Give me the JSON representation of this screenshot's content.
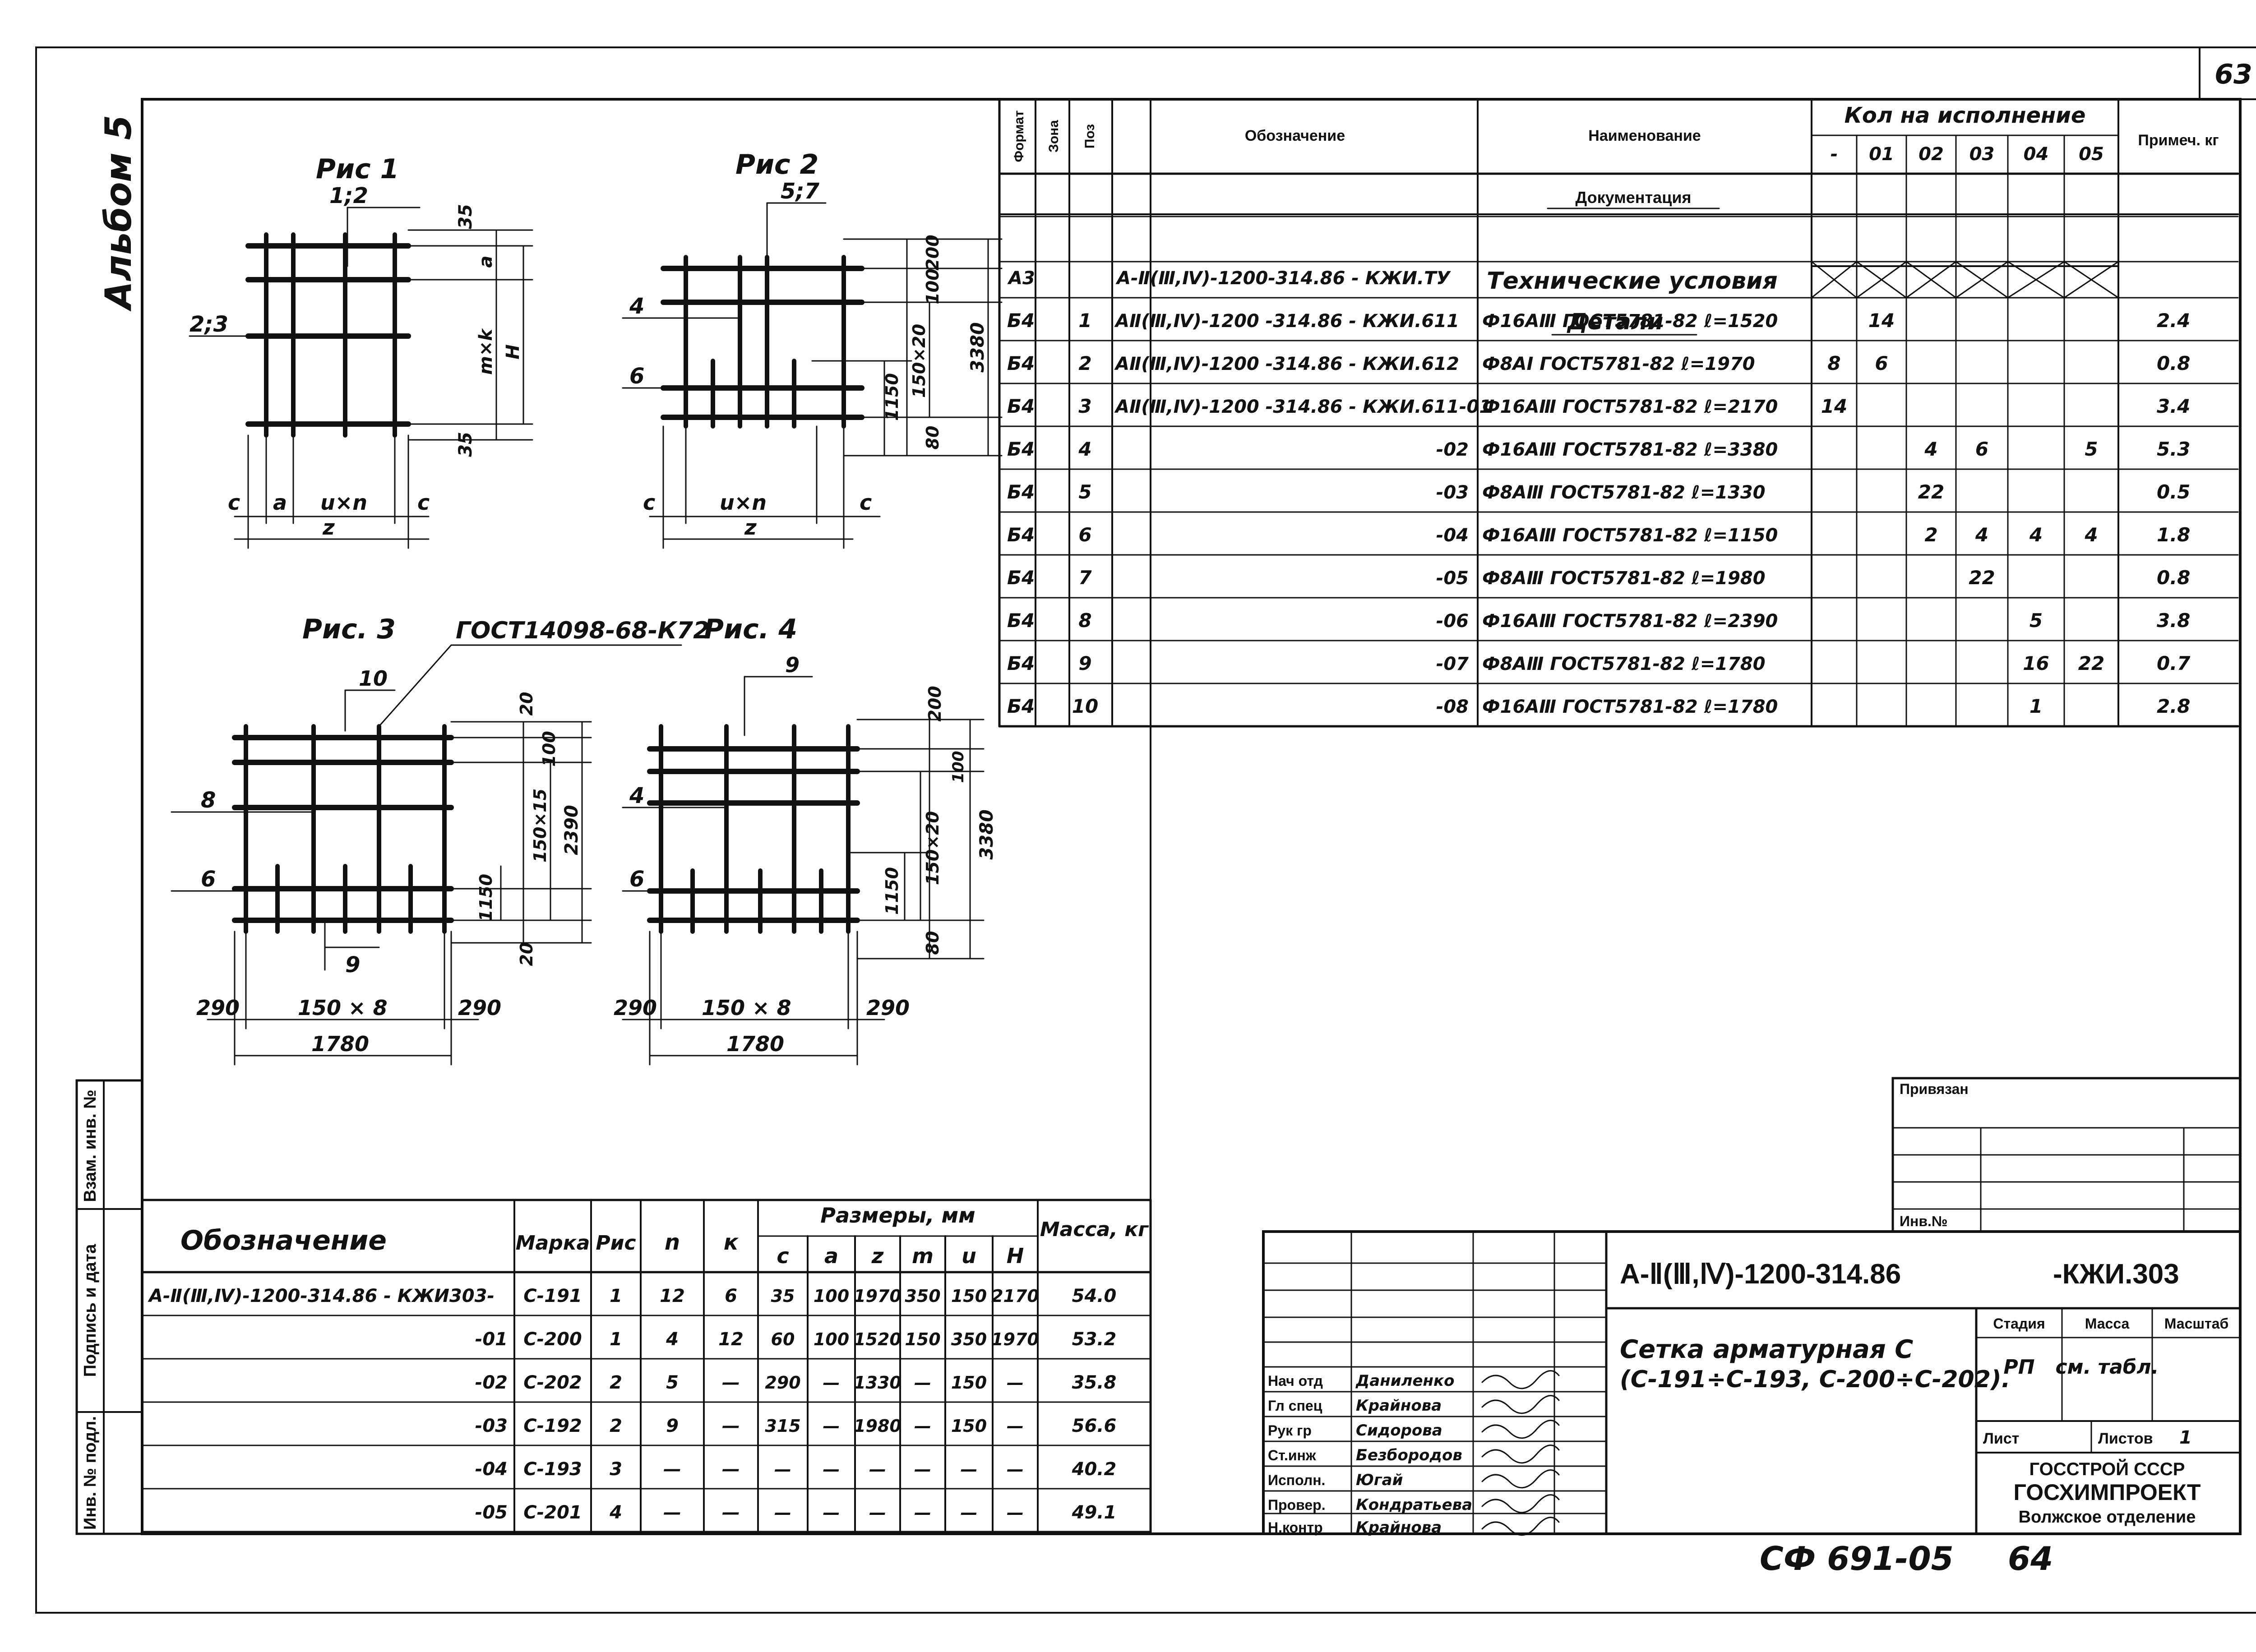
{
  "page_number": "63",
  "album": "Альбом 5",
  "figures": {
    "f1": {
      "title": "Рис 1",
      "labels": [
        "1;2",
        "2;3",
        "35",
        "a",
        "m×k",
        "H",
        "35",
        "c",
        "a",
        "u×n",
        "c",
        "z"
      ]
    },
    "f2": {
      "title": "Рис 2",
      "labels": [
        "5;7",
        "4",
        "6",
        "200",
        "100",
        "3380",
        "1150",
        "150×20",
        "80",
        "c",
        "u×n",
        "c",
        "z"
      ]
    },
    "f3": {
      "title": "Рис. 3",
      "gost": "ГОСТ14098-68-К72",
      "labels": [
        "10",
        "8",
        "6",
        "9",
        "20",
        "100",
        "2390",
        "150×15",
        "1150",
        "20",
        "290",
        "150 × 8",
        "290",
        "1780"
      ]
    },
    "f4": {
      "title": "Рис. 4",
      "labels": [
        "9",
        "4",
        "6",
        "200",
        "100",
        "3380",
        "150×20",
        "1150",
        "80",
        "290",
        "150 × 8",
        "290",
        "1780"
      ]
    }
  },
  "spec": {
    "headers": {
      "format": "Формат",
      "zone": "Зона",
      "pos": "Поз",
      "designation": "Обозначение",
      "name": "Наименование",
      "qty": "Кол на исполнение",
      "note": "Примеч. кг"
    },
    "qty_cols": [
      "-",
      "01",
      "02",
      "03",
      "04",
      "05"
    ],
    "doc_section": "Документация",
    "doc_row": {
      "format": "А3",
      "designation": "А-Ⅱ(Ⅲ,Ⅳ)-1200-314.86 - КЖИ.ТУ",
      "name": "Технические условия"
    },
    "parts_section": "Детали",
    "rows": [
      {
        "format": "Б4",
        "pos": "1",
        "designation": "АⅡ(Ⅲ,Ⅳ)-1200 -314.86 - КЖИ.611",
        "name": "Ф16АⅢ ГОСТ5781-82 ℓ=1520",
        "qty": [
          "",
          "14",
          "",
          "",
          "",
          ""
        ],
        "note": "2.4"
      },
      {
        "format": "Б4",
        "pos": "2",
        "designation": "АⅡ(Ⅲ,Ⅳ)-1200 -314.86 - КЖИ.612",
        "name": "Ф8АⅠ ГОСТ5781-82 ℓ=1970",
        "qty": [
          "8",
          "6",
          "",
          "",
          "",
          ""
        ],
        "note": "0.8"
      },
      {
        "format": "Б4",
        "pos": "3",
        "designation": "АⅡ(Ⅲ,Ⅳ)-1200 -314.86 - КЖИ.611-01",
        "name": "Ф16АⅢ ГОСТ5781-82 ℓ=2170",
        "qty": [
          "14",
          "",
          "",
          "",
          "",
          ""
        ],
        "note": "3.4"
      },
      {
        "format": "Б4",
        "pos": "4",
        "designation": "-02",
        "name": "Ф16АⅢ ГОСТ5781-82 ℓ=3380",
        "qty": [
          "",
          "",
          "4",
          "6",
          "",
          "5"
        ],
        "note": "5.3"
      },
      {
        "format": "Б4",
        "pos": "5",
        "designation": "-03",
        "name": "Ф8АⅢ ГОСТ5781-82 ℓ=1330",
        "qty": [
          "",
          "",
          "22",
          "",
          "",
          ""
        ],
        "note": "0.5"
      },
      {
        "format": "Б4",
        "pos": "6",
        "designation": "-04",
        "name": "Ф16АⅢ ГОСТ5781-82 ℓ=1150",
        "qty": [
          "",
          "",
          "2",
          "4",
          "4",
          "4"
        ],
        "note": "1.8"
      },
      {
        "format": "Б4",
        "pos": "7",
        "designation": "-05",
        "name": "Ф8АⅢ ГОСТ5781-82 ℓ=1980",
        "qty": [
          "",
          "",
          "",
          "22",
          "",
          ""
        ],
        "note": "0.8"
      },
      {
        "format": "Б4",
        "pos": "8",
        "designation": "-06",
        "name": "Ф16АⅢ ГОСТ5781-82 ℓ=2390",
        "qty": [
          "",
          "",
          "",
          "",
          "5",
          ""
        ],
        "note": "3.8"
      },
      {
        "format": "Б4",
        "pos": "9",
        "designation": "-07",
        "name": "Ф8АⅢ ГОСТ5781-82 ℓ=1780",
        "qty": [
          "",
          "",
          "",
          "",
          "16",
          "22"
        ],
        "note": "0.7"
      },
      {
        "format": "Б4",
        "pos": "10",
        "designation": "-08",
        "name": "Ф16АⅢ ГОСТ5781-82 ℓ=1780",
        "qty": [
          "",
          "",
          "",
          "",
          "1",
          ""
        ],
        "note": "2.8"
      }
    ]
  },
  "marks": {
    "headers": {
      "designation": "Обозначение",
      "mark": "Марка",
      "fig": "Рис",
      "n": "n",
      "k": "к",
      "dims": "Размеры, мм",
      "mass": "Масса, кг"
    },
    "dim_cols": [
      "c",
      "a",
      "z",
      "m",
      "u",
      "H"
    ],
    "rows": [
      {
        "designation": "А-Ⅱ(Ⅲ,Ⅳ)-1200-314.86 - КЖИ303-",
        "mark": "С-191",
        "fig": "1",
        "n": "12",
        "k": "6",
        "dims": [
          "35",
          "100",
          "1970",
          "350",
          "150",
          "2170"
        ],
        "mass": "54.0"
      },
      {
        "designation": "-01",
        "mark": "С-200",
        "fig": "1",
        "n": "4",
        "k": "12",
        "dims": [
          "60",
          "100",
          "1520",
          "150",
          "350",
          "1970"
        ],
        "mass": "53.2"
      },
      {
        "designation": "-02",
        "mark": "С-202",
        "fig": "2",
        "n": "5",
        "k": "—",
        "dims": [
          "290",
          "—",
          "1330",
          "—",
          "150",
          "—"
        ],
        "mass": "35.8"
      },
      {
        "designation": "-03",
        "mark": "С-192",
        "fig": "2",
        "n": "9",
        "k": "—",
        "dims": [
          "315",
          "—",
          "1980",
          "—",
          "150",
          "—"
        ],
        "mass": "56.6"
      },
      {
        "designation": "-04",
        "mark": "С-193",
        "fig": "3",
        "n": "—",
        "k": "—",
        "dims": [
          "—",
          "—",
          "—",
          "—",
          "—",
          "—"
        ],
        "mass": "40.2"
      },
      {
        "designation": "-05",
        "mark": "С-201",
        "fig": "4",
        "n": "—",
        "k": "—",
        "dims": [
          "—",
          "—",
          "—",
          "—",
          "—",
          "—"
        ],
        "mass": "49.1"
      }
    ]
  },
  "side_stamp": {
    "vzam": "Взам. инв. №",
    "podpis": "Подпись и дата",
    "inv": "Инв. № подл."
  },
  "privyazan": {
    "title": "Привязан",
    "inv": "Инв.№"
  },
  "title_block": {
    "doc_code": "А-Ⅱ(Ⅲ,Ⅳ)-1200-314.86",
    "doc_suffix": "-КЖИ.303",
    "name_line1": "Сетка арматурная С",
    "name_line2": "(С-191÷С-193, С-200÷С-202).",
    "stage_label": "Стадия",
    "stage": "РП",
    "mass_label": "Масса",
    "mass": "см. табл.",
    "scale_label": "Масштаб",
    "sheet_label": "Лист",
    "sheets_label": "Листов",
    "sheets": "1",
    "org1": "ГОССТРОЙ СССР",
    "org2": "ГОСХИМПРОЕКТ",
    "org3": "Волжское отделение",
    "people": [
      {
        "role": "Нач отд",
        "name": "Даниленко"
      },
      {
        "role": "Гл спец",
        "name": "Крайнова"
      },
      {
        "role": "Рук гр",
        "name": "Сидорова"
      },
      {
        "role": "Ст.инж",
        "name": "Безбородов"
      },
      {
        "role": "Исполн.",
        "name": "Югай"
      },
      {
        "role": "Провер.",
        "name": "Кондратьева"
      },
      {
        "role": "Н.контр",
        "name": "Крайнова"
      }
    ]
  },
  "footer": {
    "code": "СФ 691-05",
    "num": "64"
  }
}
